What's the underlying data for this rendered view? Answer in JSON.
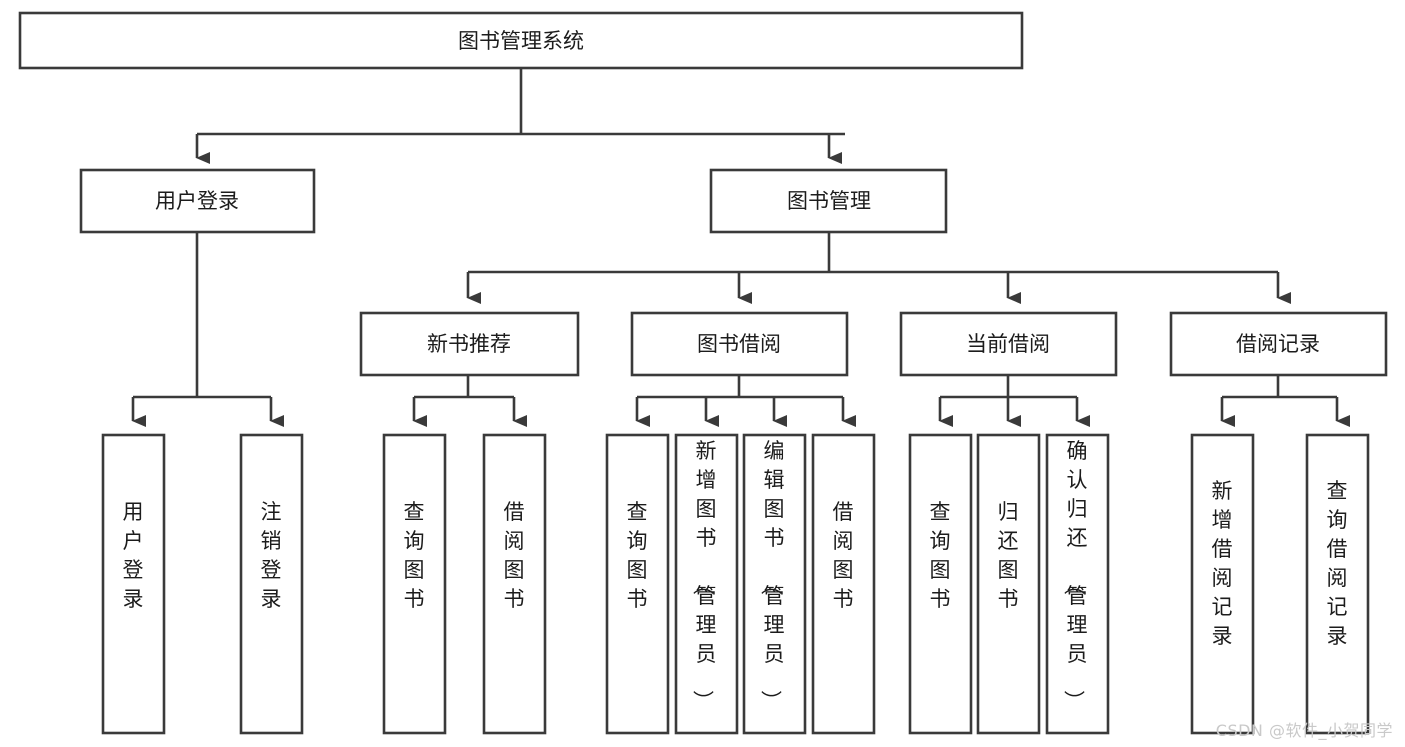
{
  "diagram": {
    "type": "tree-hierarchy",
    "title": "图书管理系统",
    "watermark": "CSDN @软件_小贺同学",
    "colors": {
      "box_fill": "#ffffff",
      "box_stroke": "#3a3a3a",
      "text": "#1c1c1c",
      "watermark": "#c9c9c9",
      "background": "#ffffff"
    },
    "levels": {
      "root": {
        "label": "图书管理系统"
      },
      "level2": [
        {
          "label": "用户登录"
        },
        {
          "label": "图书管理"
        }
      ],
      "level3": [
        {
          "label": "新书推荐"
        },
        {
          "label": "图书借阅"
        },
        {
          "label": "当前借阅"
        },
        {
          "label": "借阅记录"
        }
      ]
    },
    "nodes": {
      "root": "图书管理系统",
      "user_login": "用户登录",
      "book_manage": "图书管理",
      "new_book_rec": "新书推荐",
      "book_borrow": "图书借阅",
      "current_borrow": "当前借阅",
      "borrow_record": "借阅记录"
    },
    "leaves": {
      "user_login_children": [
        "用户登录",
        "注销登录"
      ],
      "new_book_rec_children": [
        "查询图书",
        "借阅图书"
      ],
      "book_borrow_children": [
        "查询图书",
        "新增图书（管理员）",
        "编辑图书（管理员）",
        "借阅图书"
      ],
      "current_borrow_children": [
        "查询图书",
        "归还图书",
        "确认归还（管理员）"
      ],
      "borrow_record_children": [
        "新增借阅记录",
        "查询借阅记录"
      ]
    }
  }
}
